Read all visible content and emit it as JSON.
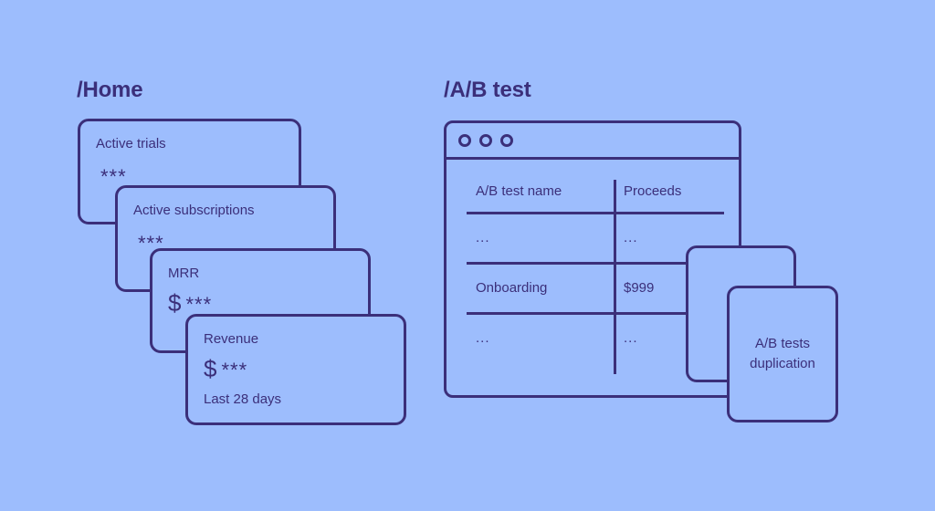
{
  "palette": {
    "background": "#9dbdfd",
    "stroke": "#3b2f7a",
    "text": "#3b2f7a"
  },
  "sections": {
    "home": {
      "title": "/Home",
      "cards": [
        {
          "label": "Active trials",
          "currency": "",
          "value": "***",
          "sub": ""
        },
        {
          "label": "Active subscriptions",
          "currency": "",
          "value": "***",
          "sub": ""
        },
        {
          "label": "MRR",
          "currency": "$",
          "value": "***",
          "sub": ""
        },
        {
          "label": "Revenue",
          "currency": "$",
          "value": "***",
          "sub": "Last 28 days"
        }
      ]
    },
    "abtest": {
      "title": "/A/B test",
      "window": {
        "dots": [
          "window-dot-1",
          "window-dot-2",
          "window-dot-3"
        ]
      },
      "table": {
        "columns": [
          "A/B test name",
          "Proceeds"
        ],
        "rows": [
          {
            "name": "...",
            "value": "..."
          },
          {
            "name": "Onboarding",
            "value": "$999"
          },
          {
            "name": "...",
            "value": "..."
          }
        ]
      },
      "duplication": {
        "label_line1": "A/B tests",
        "label_line2": "duplication"
      }
    }
  }
}
